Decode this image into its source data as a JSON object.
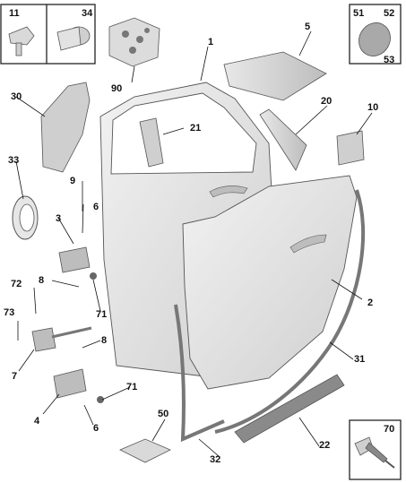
{
  "diagram": {
    "labels": {
      "p1": "1",
      "p2": "2",
      "p3": "3",
      "p4": "4",
      "p5": "5",
      "p6a": "6",
      "p6b": "6",
      "p7": "7",
      "p8a": "8",
      "p8b": "8",
      "p9": "9",
      "p10": "10",
      "p11": "11",
      "p20": "20",
      "p21": "21",
      "p22": "22",
      "p30": "30",
      "p31": "31",
      "p32": "32",
      "p33": "33",
      "p34": "34",
      "p50": "50",
      "p51": "51",
      "p52": "52",
      "p53": "53",
      "p70": "70",
      "p71a": "71",
      "p71b": "71",
      "p72": "72",
      "p73": "73",
      "p90": "90"
    },
    "highlighted_part": "21",
    "colors": {
      "highlight": "#f7d98a",
      "part_fill": "#e4e4e4",
      "part_stroke": "#555555",
      "leader": "#111111"
    }
  }
}
